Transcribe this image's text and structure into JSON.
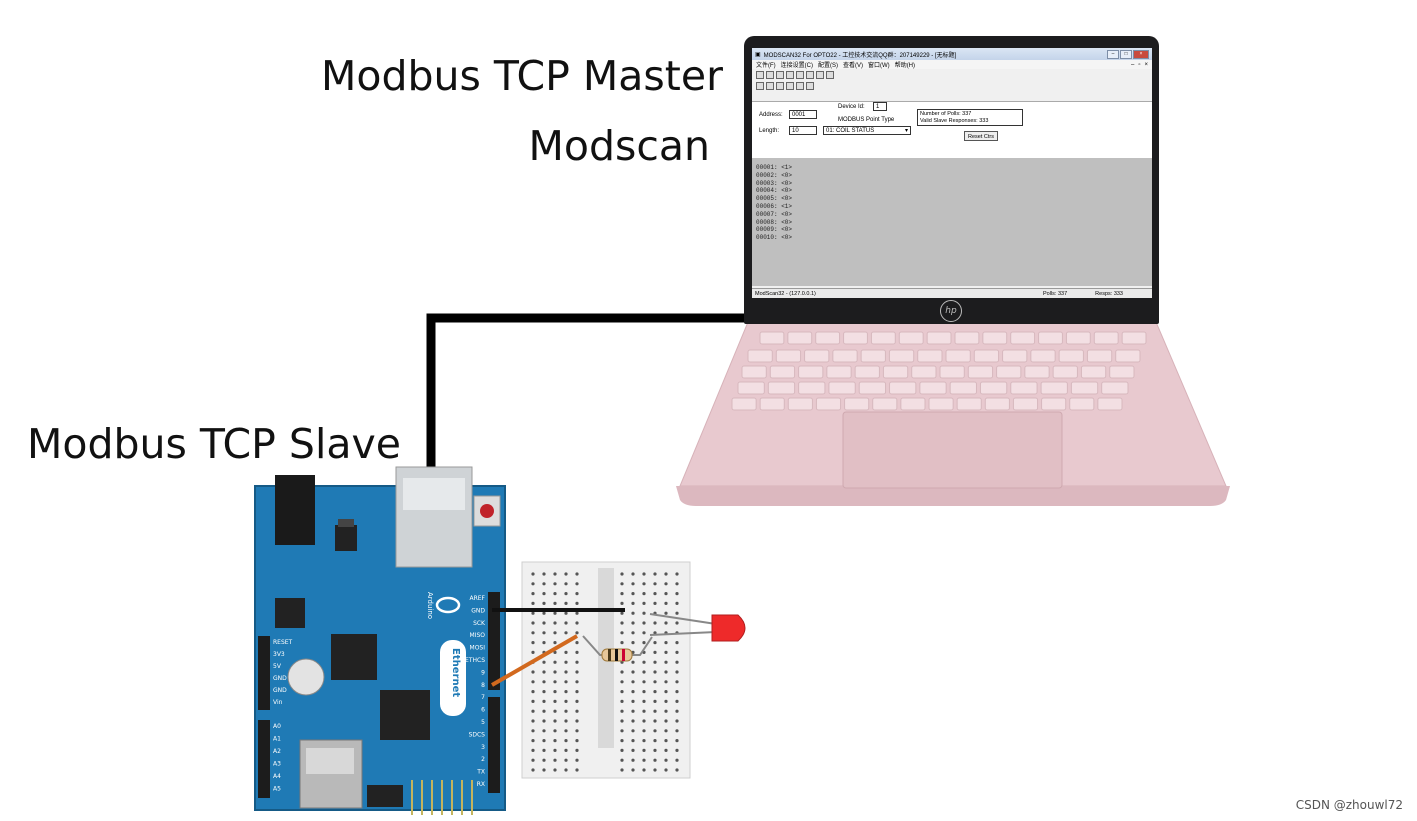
{
  "labels": {
    "master": "Modbus TCP Master",
    "modscan": "Modscan",
    "slave": "Modbus TCP Slave"
  },
  "watermark": "CSDN @zhouwl72",
  "modscan_window": {
    "title": "MODSCAN32 For OPTO22 - 工控技术交流QQ群：207149229 - [无标题]",
    "menu": [
      "文件(F)",
      "连接设置(C)",
      "配置(S)",
      "查看(V)",
      "窗口(W)",
      "帮助(H)"
    ],
    "device_id_label": "Device Id:",
    "device_id_value": "1",
    "point_type_label": "MODBUS Point Type",
    "address_label": "Address:",
    "address_value": "0001",
    "length_label": "Length:",
    "length_value": "10",
    "point_type_value": "01: COIL STATUS",
    "polls_label": "Number of Polls: 337",
    "responses_label": "Valid Slave Responses: 333",
    "reset_button": "Reset Ctrs",
    "data_rows": [
      "00001: <1>",
      "00002: <0>",
      "00003: <0>",
      "00004: <0>",
      "00005: <0>",
      "00006: <1>",
      "00007: <0>",
      "00008: <0>",
      "00009: <0>",
      "00010: <0>"
    ],
    "status_left": "ModScan32 - (127.0.0.1)",
    "status_polls": "Polls: 337",
    "status_resps": "Resps: 333"
  },
  "laptop_brand": "hp",
  "board_labels": {
    "ethernet": "Ethernet",
    "arduino": "Arduino",
    "power_pins": [
      "RESET",
      "3V3",
      "5V",
      "GND",
      "GND",
      "Vin"
    ],
    "analog_pins": [
      "A0",
      "A1",
      "A2",
      "A3",
      "A4",
      "A5"
    ],
    "digital_pins": [
      "AREF",
      "GND",
      "SCK",
      "MISO",
      "MOSI",
      "ETHCS",
      "9",
      "8",
      "7",
      "6",
      "5",
      "SDCS",
      "3",
      "2",
      "TX",
      "RX"
    ]
  },
  "colors": {
    "board": "#1f7ab5",
    "laptop_body": "#e9ccd2",
    "cable": "#000000",
    "led": "#ee2a2a",
    "wire_signal": "#d2691e"
  }
}
